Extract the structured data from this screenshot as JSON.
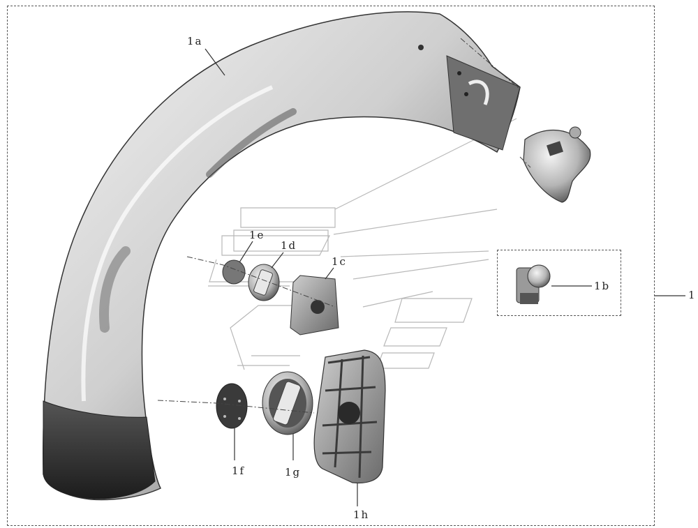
{
  "labels": {
    "l1a": "1a",
    "l1b": "1b",
    "l1c": "1c",
    "l1d": "1d",
    "l1e": "1e",
    "l1f": "1f",
    "l1g": "1g",
    "l1h": "1h",
    "l1": "1"
  },
  "colors": {
    "line": "#444444",
    "part_dark": "#2a2a2a",
    "part_mid": "#8a8a8a",
    "part_light": "#e6e6e6",
    "ghost": "#bbbbbb"
  },
  "icons": {
    "handle": "curved-handlebar-icon",
    "mount": "mirror-mount-icon",
    "switch": "switch-knob-icon",
    "cap": "round-cap-icon",
    "plate": "mounting-plate-icon"
  }
}
